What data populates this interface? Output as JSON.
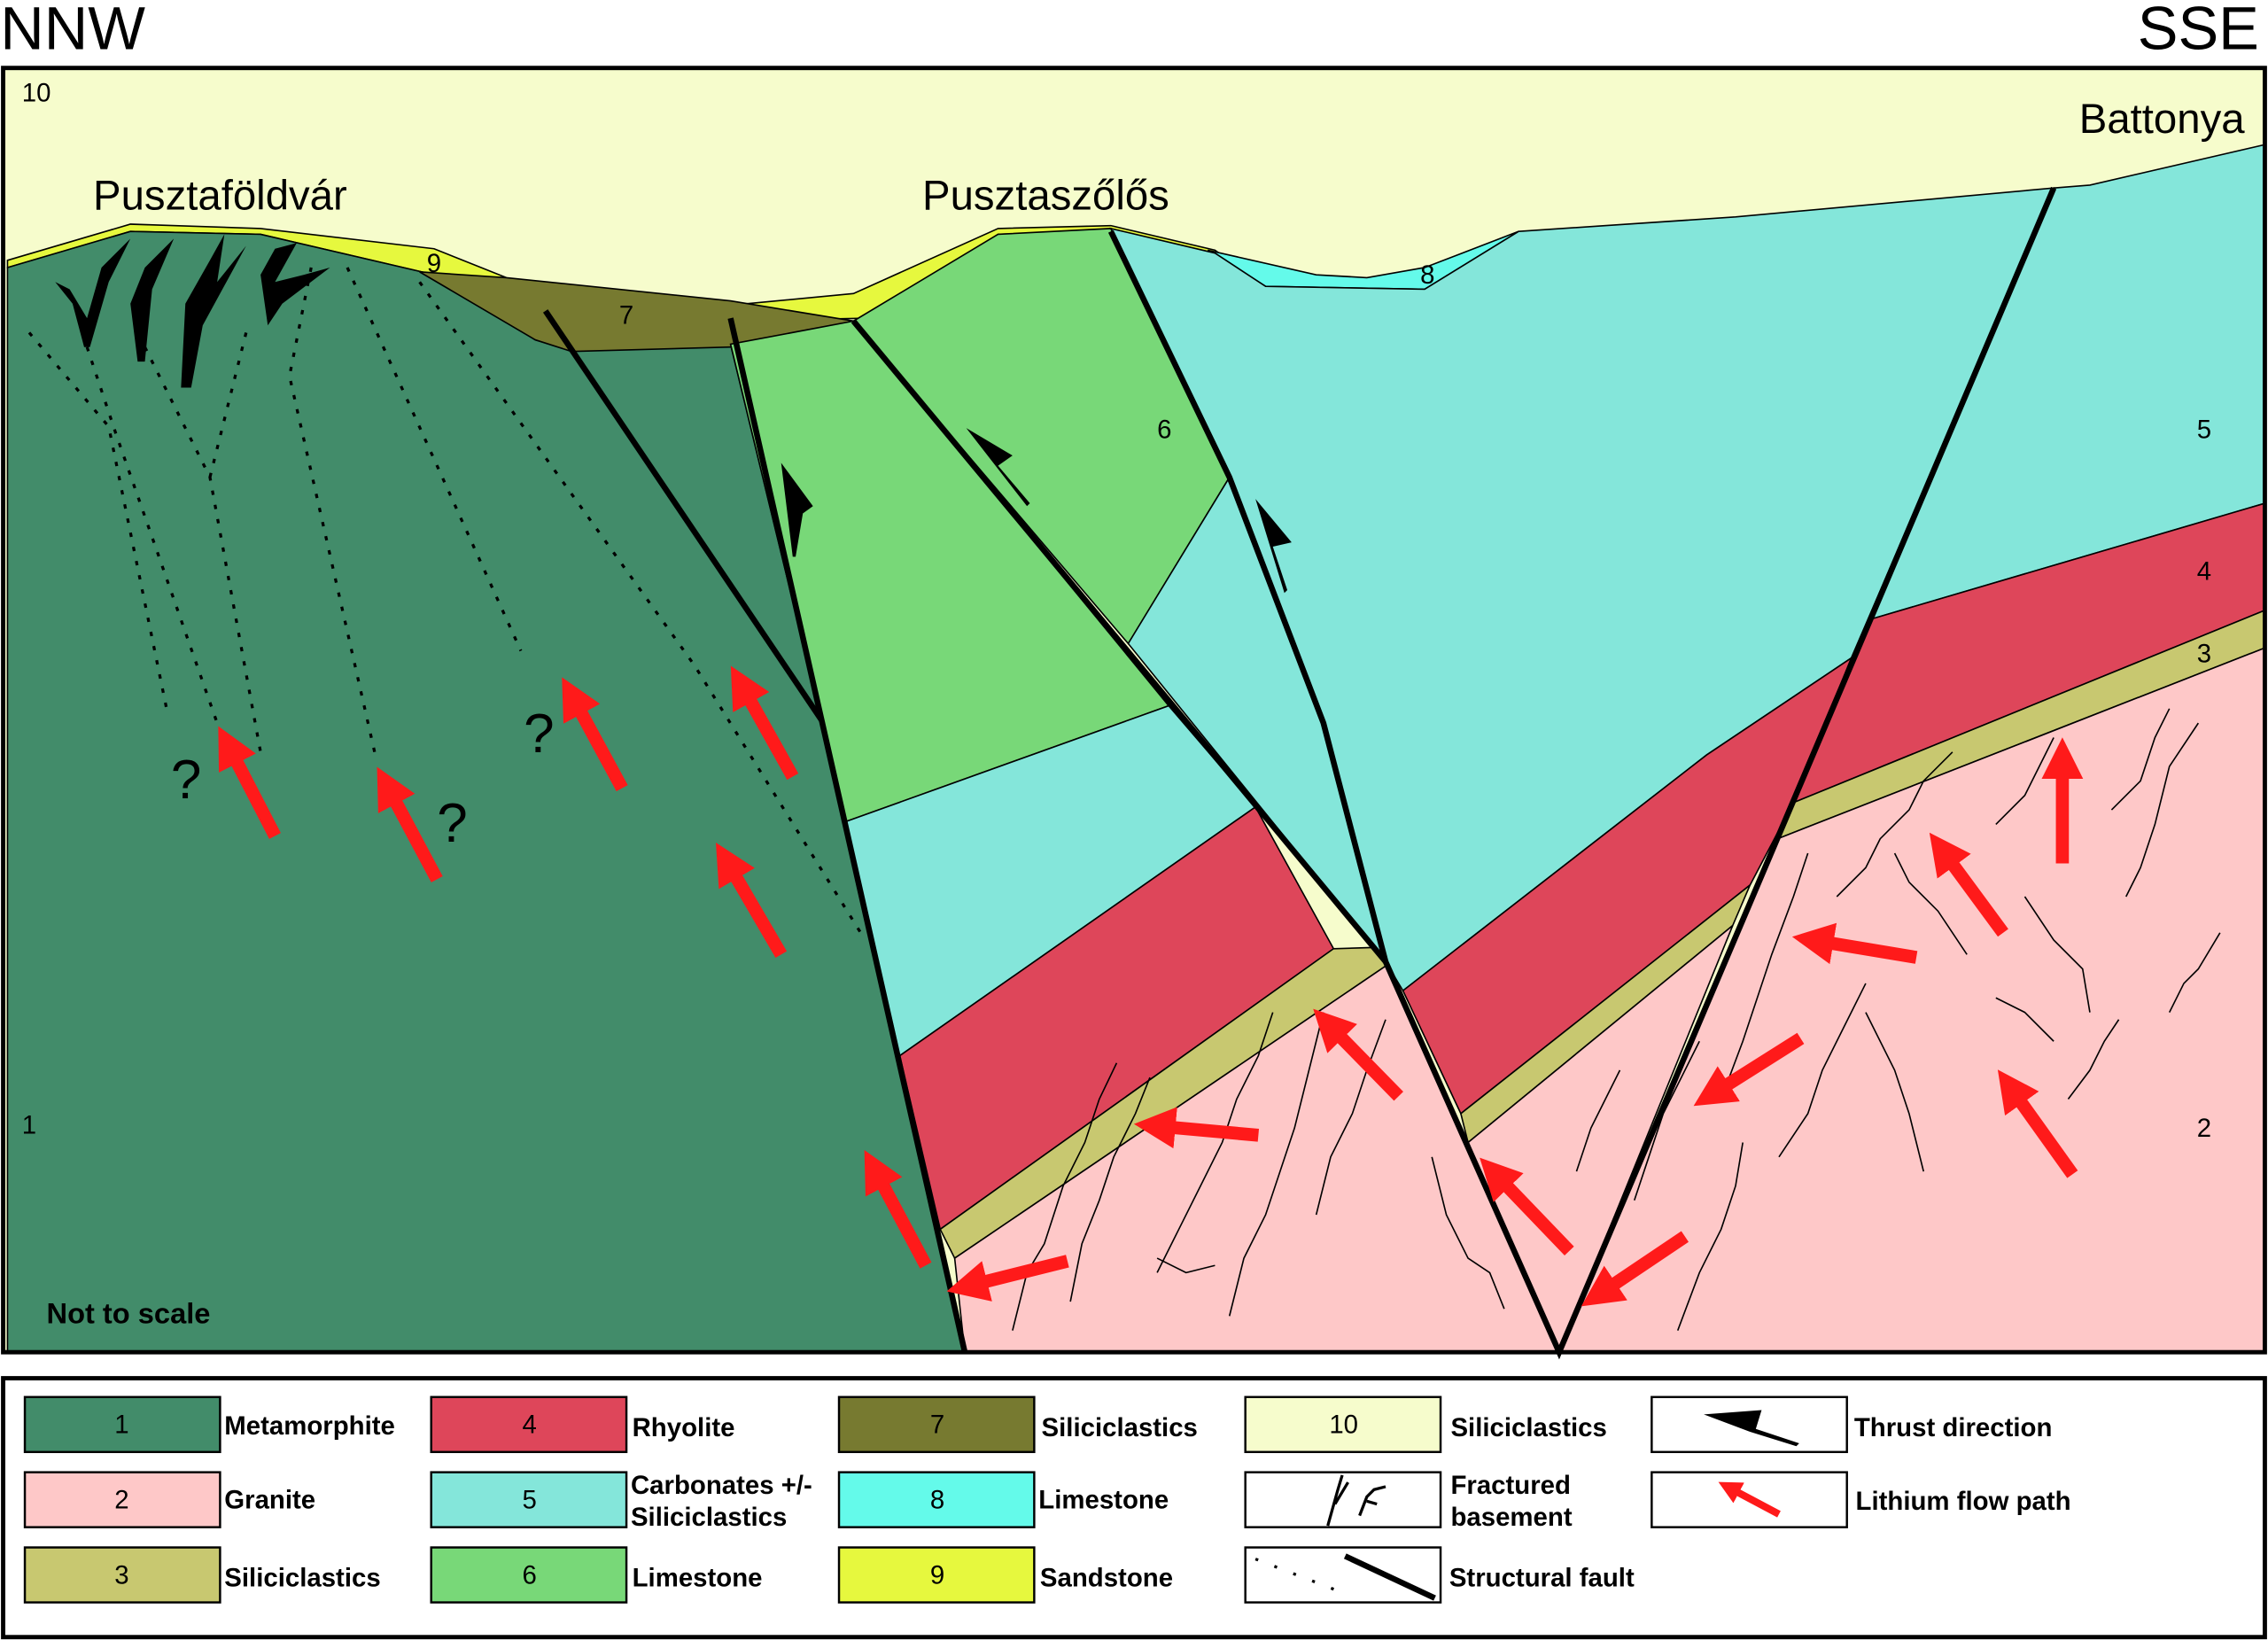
{
  "header": {
    "left_direction": "NNW",
    "right_direction": "SSE"
  },
  "places": {
    "p1": "Pusztaföldvár",
    "p2": "Pusztaszőlős",
    "p3": "Battonya"
  },
  "unit_numbers": {
    "u10": "10",
    "u9": "9",
    "u7": "7",
    "u8": "8",
    "u6": "6",
    "u5": "5",
    "u4": "4",
    "u3": "3",
    "u2": "2",
    "u1": "1"
  },
  "question_mark": "?",
  "scale_note": "Not to scale",
  "colors": {
    "metamorphite": "#428c6a",
    "granite": "#fec8c8",
    "siliciclastics3": "#c8c870",
    "rhyolite": "#de465a",
    "carbonates": "#84e6da",
    "limestone6": "#78d878",
    "siliciclastics7": "#777a30",
    "limestone8": "#64faea",
    "sandstone": "#e6f83e",
    "siliciclastics10": "#f6fccc",
    "lithium_arrow": "#ff1a1a"
  },
  "legend": [
    {
      "num": "1",
      "label": "Metamorphite"
    },
    {
      "num": "2",
      "label": "Granite"
    },
    {
      "num": "3",
      "label": "Siliciclastics"
    },
    {
      "num": "4",
      "label": "Rhyolite"
    },
    {
      "num": "5",
      "label": "Carbonates +/-",
      "label2": "Siliciclastics"
    },
    {
      "num": "6",
      "label": "Limestone"
    },
    {
      "num": "7",
      "label": "Siliciclastics"
    },
    {
      "num": "8",
      "label": "Limestone"
    },
    {
      "num": "9",
      "label": "Sandstone"
    },
    {
      "num": "10",
      "label": "Siliciclastics"
    },
    {
      "label": "Fractured",
      "label2": "basement",
      "icon": "fracture-icon"
    },
    {
      "label": "Structural fault",
      "icon": "fault-icon"
    },
    {
      "label": "Thrust direction",
      "icon": "thrust-icon"
    },
    {
      "label": "Lithium flow path",
      "icon": "arrow-icon"
    }
  ]
}
